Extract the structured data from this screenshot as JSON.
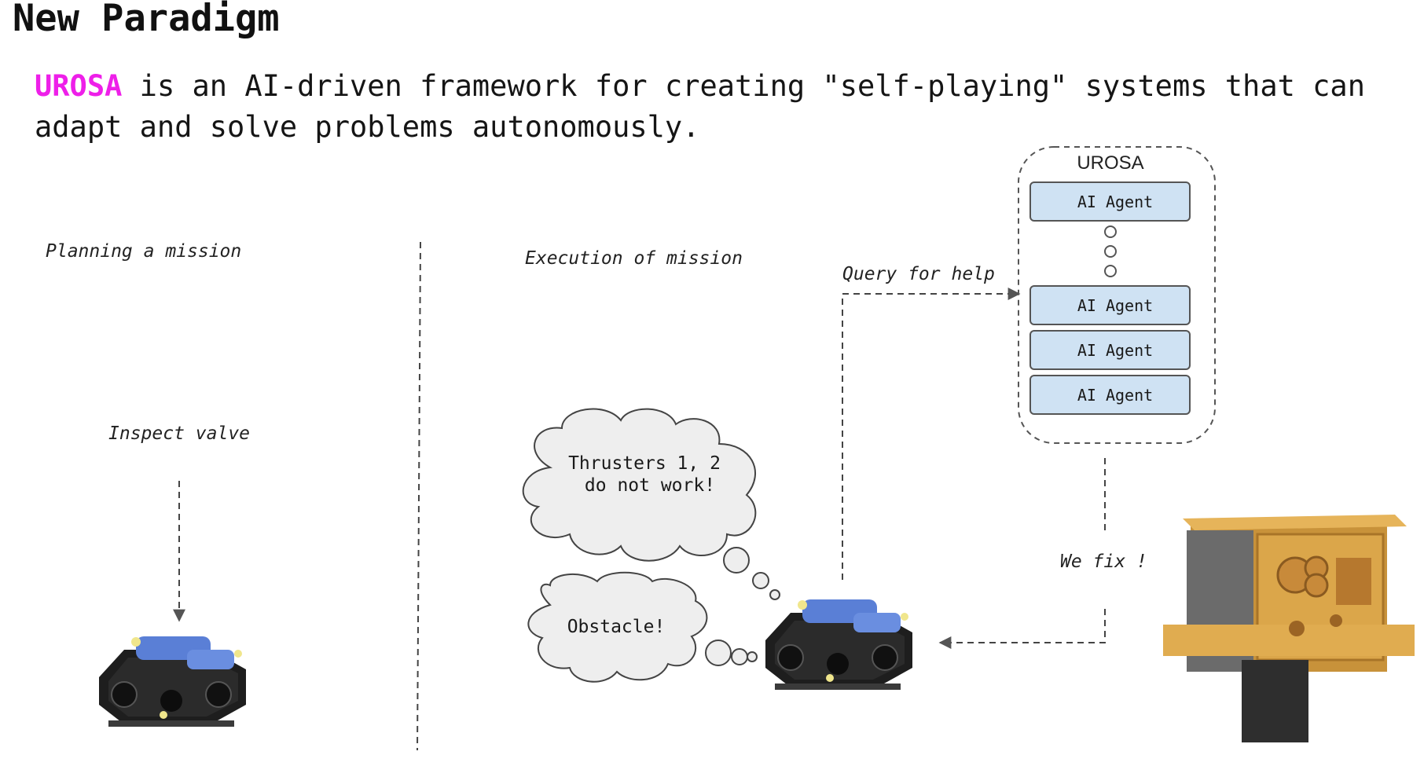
{
  "title": "New Paradigm",
  "intro": {
    "brand": "UROSA",
    "text": " is an AI-driven framework for creating \"self-playing\" systems that can adapt and solve problems autonomously."
  },
  "sections": {
    "planning": "Planning a mission",
    "execution": "Execution of mission"
  },
  "planning_task": "Inspect valve",
  "thoughts": {
    "cloud_1": [
      "Thrusters 1, 2",
      "do not work!"
    ],
    "cloud_2": "Obstacle!"
  },
  "query_label": "Query for help",
  "fix_label": "We fix !",
  "urosa_box": {
    "title": "UROSA",
    "agents": [
      "AI Agent",
      "AI Agent",
      "AI Agent",
      "AI Agent"
    ]
  },
  "colors": {
    "brand": "#ee1fe9",
    "agent_fill": "#cfe2f3",
    "agent_stroke": "#555555",
    "rov_blue": "#5a7fd6",
    "device_gold": "#d9a441"
  },
  "icons": [
    "rov-robot-image",
    "rov-robot-image",
    "subsea-device-image"
  ]
}
